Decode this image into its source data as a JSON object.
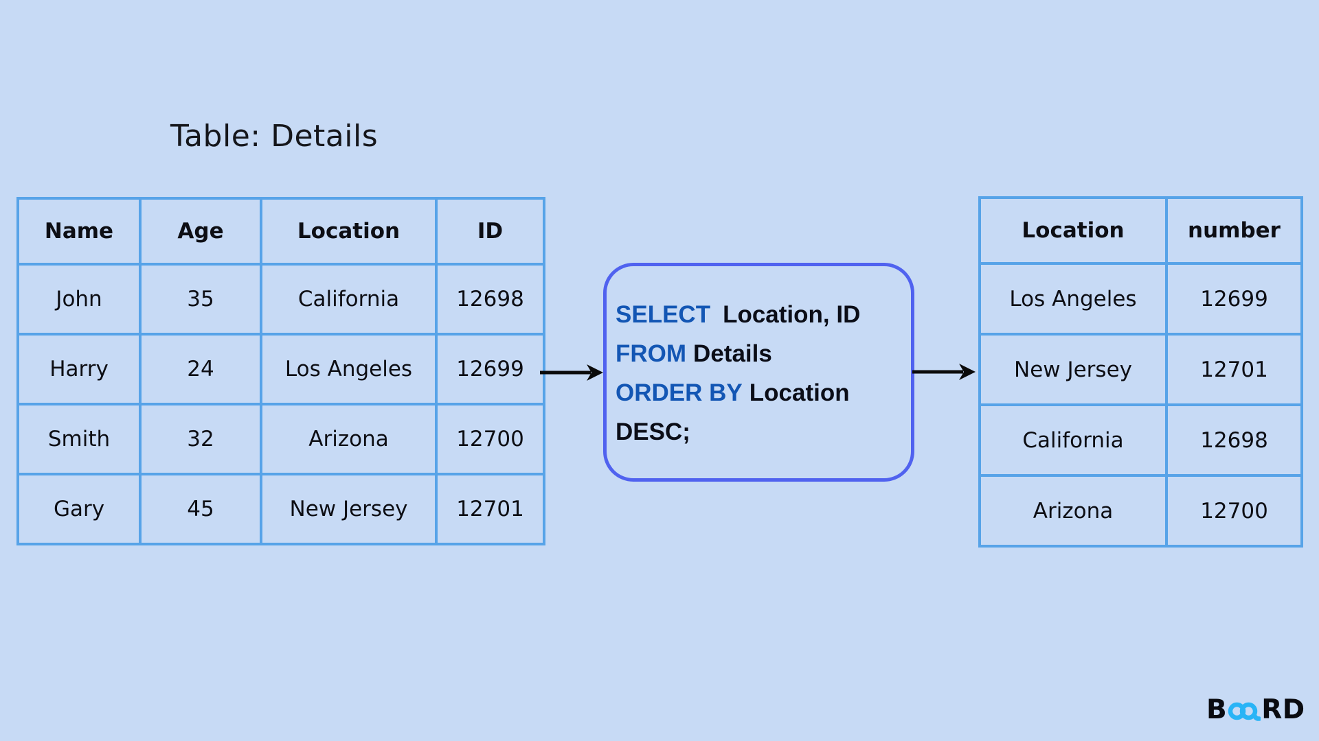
{
  "title": "Table: Details",
  "left_table": {
    "headers": [
      "Name",
      "Age",
      "Location",
      "ID"
    ],
    "rows": [
      [
        "John",
        "35",
        "California",
        "12698"
      ],
      [
        "Harry",
        "24",
        "Los Angeles",
        "12699"
      ],
      [
        "Smith",
        "32",
        "Arizona",
        "12700"
      ],
      [
        "Gary",
        "45",
        "New Jersey",
        "12701"
      ]
    ]
  },
  "query": {
    "lines": [
      {
        "keyword": "SELECT",
        "text": "Location, ID"
      },
      {
        "keyword": "FROM",
        "text": "Details"
      },
      {
        "keyword": "ORDER BY",
        "text": "Location"
      },
      {
        "keyword": "",
        "text": "DESC;"
      }
    ]
  },
  "right_table": {
    "headers": [
      "Location",
      "number"
    ],
    "rows": [
      [
        "Los Angeles",
        "12699"
      ],
      [
        "New Jersey",
        "12701"
      ],
      [
        "California",
        "12698"
      ],
      [
        "Arizona",
        "12700"
      ]
    ]
  },
  "logo": {
    "prefix": "B",
    "suffix": "RD"
  },
  "colors": {
    "background": "#c7daf5",
    "table_border": "#57a3e8",
    "query_box_border": "#5062ef",
    "sql_keyword": "#1356b4",
    "text": "#0d0e14",
    "logo_accent": "#29b4f6",
    "arrow": "#0b0b0b"
  }
}
